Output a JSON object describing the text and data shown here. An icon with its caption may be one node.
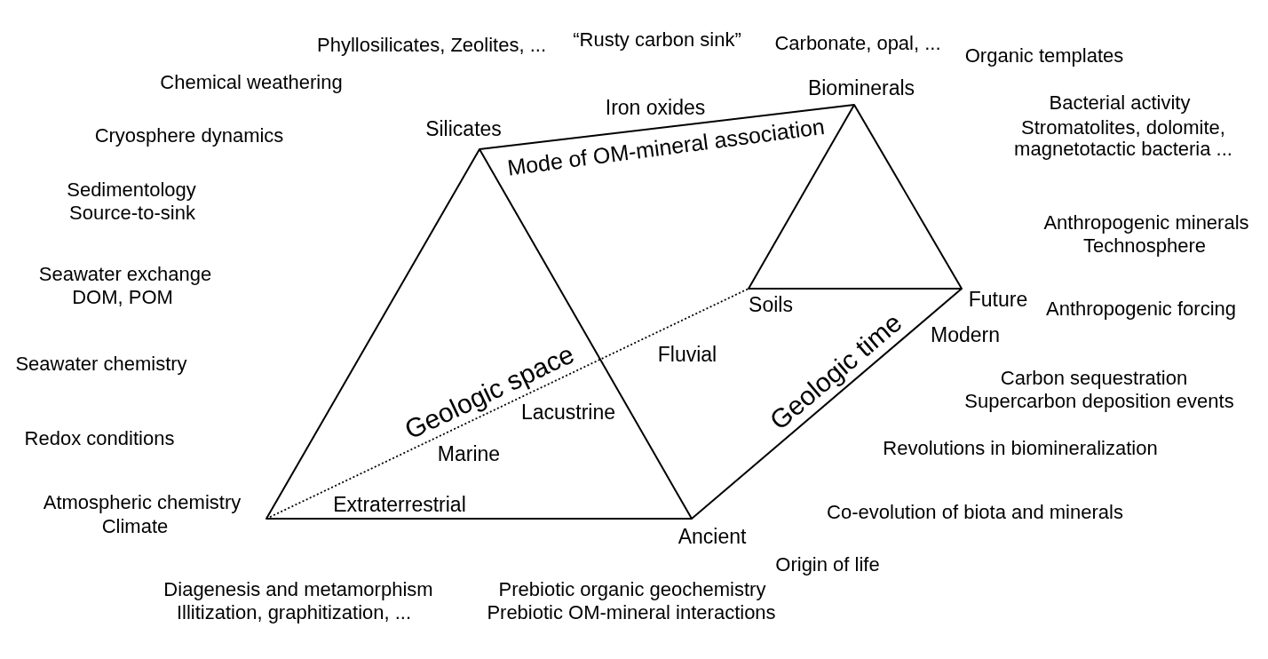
{
  "diagram": {
    "labels": [
      "Phyllosilicates, Zeolites, ...",
      "“Rusty carbon sink”",
      "Carbonate, opal, ...",
      "Organic templates",
      "Chemical weathering",
      "Iron oxides",
      "Biominerals",
      "Bacterial activity",
      "Cryosphere dynamics",
      "Silicates",
      "Mode of OM-mineral association",
      "Stromatolites, dolomite, magnetotactic bacteria ...",
      "Sedimentology",
      "Source-to-sink",
      "Anthropogenic minerals",
      "Technosphere",
      "Seawater exchange",
      "DOM, POM",
      "Soils",
      "Future",
      "Anthropogenic forcing",
      "Seawater chemistry",
      "Geologic space",
      "Fluvial",
      "Geologic time",
      "Modern",
      "Carbon sequestration",
      "Lacustrine",
      "Supercarbon deposition events",
      "Redox conditions",
      "Marine",
      "Revolutions in biomineralization",
      "Atmospheric chemistry",
      "Climate",
      "Extraterrestrial",
      "Co-evolution of biota and minerals",
      "Ancient",
      "Origin of life",
      "Diagenesis and metamorphism",
      "Prebiotic organic geochemistry",
      "Illitization, graphitization, ...",
      "Prebiotic OM-mineral interactions"
    ]
  }
}
